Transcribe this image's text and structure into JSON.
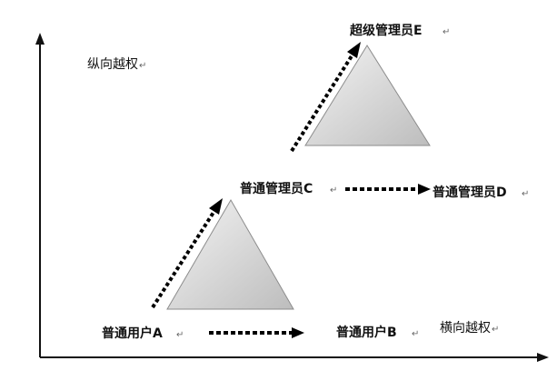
{
  "axis_labels": {
    "vertical": "纵向越权",
    "horizontal": "横向越权"
  },
  "nodes": {
    "user_a": "普通用户A",
    "user_b": "普通用户B",
    "admin_c": "普通管理员C",
    "admin_d": "普通管理员D",
    "super_e": "超级管理员E"
  },
  "paragraph_mark": "↵",
  "colors": {
    "axis": "#111111",
    "arrow": "#000000",
    "triangle_stroke": "#8c8c8c",
    "triangle_light": "#f4f4f4",
    "triangle_dark": "#bdbdbd"
  }
}
